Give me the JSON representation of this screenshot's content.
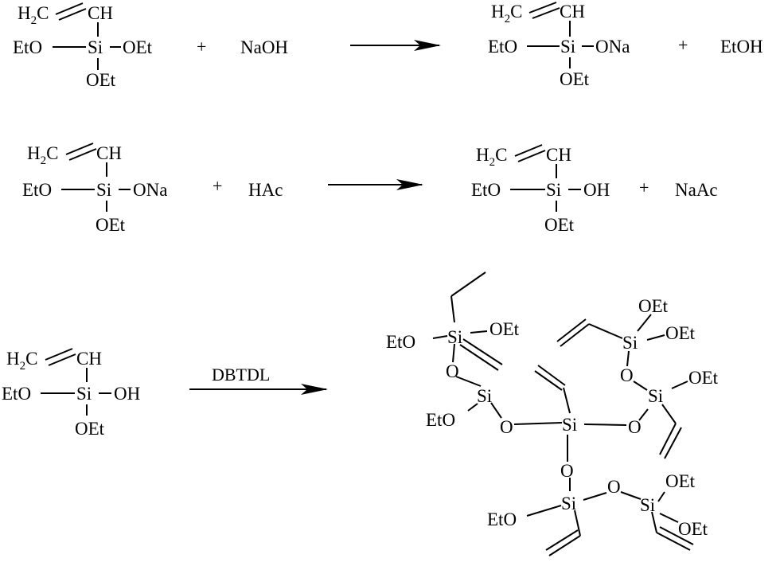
{
  "reactions": [
    {
      "reactant1": {
        "vinyl_left": "H",
        "vinyl_sub": "2",
        "vinyl_c": "C",
        "vinyl_right": "CH",
        "left": "EtO",
        "center": "Si",
        "right": "OEt",
        "bottom": "OEt"
      },
      "plus1": "+",
      "reactant2": "NaOH",
      "catalyst": "",
      "product1": {
        "vinyl_left": "H",
        "vinyl_sub": "2",
        "vinyl_c": "C",
        "vinyl_right": "CH",
        "left": "EtO",
        "center": "Si",
        "right": "ONa",
        "bottom": "OEt"
      },
      "plus2": "+",
      "product2": "EtOH"
    },
    {
      "reactant1": {
        "vinyl_left": "H",
        "vinyl_sub": "2",
        "vinyl_c": "C",
        "vinyl_right": "CH",
        "left": "EtO",
        "center": "Si",
        "right": "ONa",
        "bottom": "OEt"
      },
      "plus1": "+",
      "reactant2": "HAc",
      "catalyst": "",
      "product1": {
        "vinyl_left": "H",
        "vinyl_sub": "2",
        "vinyl_c": "C",
        "vinyl_right": "CH",
        "left": "EtO",
        "center": "Si",
        "right": "OH",
        "bottom": "OEt"
      },
      "plus2": "+",
      "product2": "NaAc"
    },
    {
      "reactant1": {
        "vinyl_left": "H",
        "vinyl_sub": "2",
        "vinyl_c": "C",
        "vinyl_right": "CH",
        "left": "EtO",
        "center": "Si",
        "right": "OH",
        "bottom": "OEt"
      },
      "catalyst": "DBTDL"
    }
  ],
  "network": {
    "si": "Si",
    "o": "O",
    "oet": "OEt",
    "eto": "EtO"
  }
}
